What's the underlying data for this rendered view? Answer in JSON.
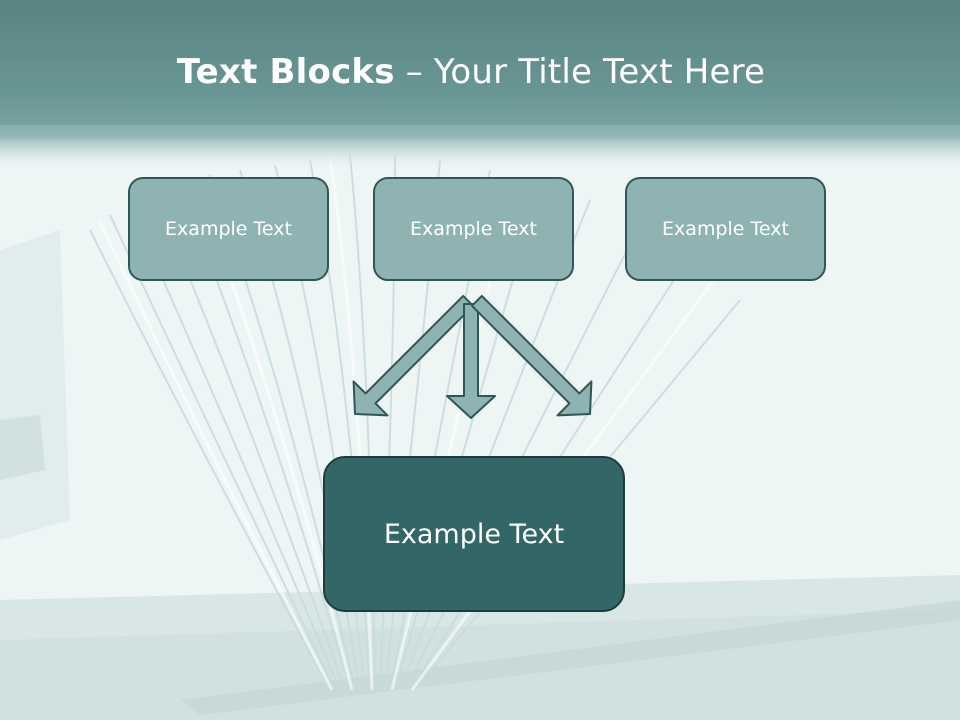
{
  "slide": {
    "title_bold": "Text Blocks",
    "title_dash": " – ",
    "title_rest": "Your Title Text Here"
  },
  "blocks": {
    "top": [
      {
        "text": "Example Text"
      },
      {
        "text": "Example Text"
      },
      {
        "text": "Example Text"
      }
    ],
    "center": {
      "text": "Example Text"
    }
  },
  "colors": {
    "header_band": "#5b8a8a",
    "small_box_fill": "#8fb3b3",
    "big_box_fill": "#336666",
    "arrow_fill": "#8fb3b3",
    "outline": "#2f5757"
  }
}
